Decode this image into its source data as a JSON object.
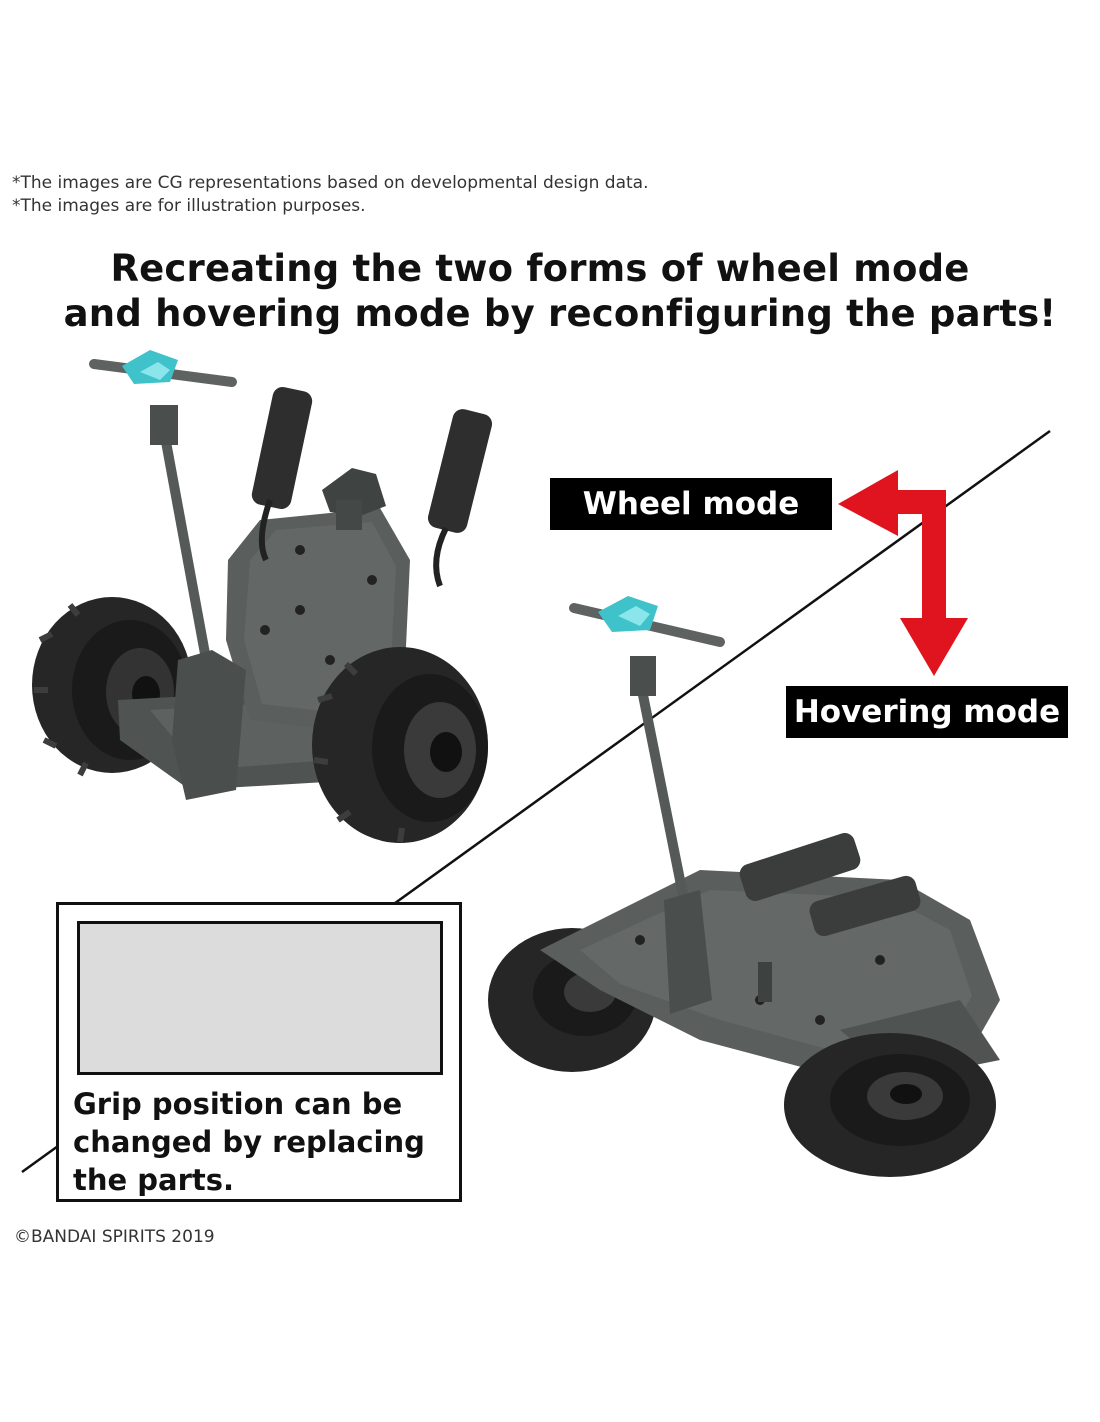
{
  "disclaimers": [
    "*The images are CG representations based on developmental design data.",
    "*The images are for illustration purposes."
  ],
  "headline": {
    "line1": "Recreating the two forms of wheel mode",
    "line2": "and hovering mode by reconfiguring the parts!"
  },
  "labels": {
    "wheel_mode": "Wheel mode",
    "hovering_mode": "Hovering mode"
  },
  "grip_box": {
    "caption_lines": [
      "Grip position can be",
      "changed by replacing",
      "the parts."
    ]
  },
  "copyright": "©BANDAI SPIRITS 2019",
  "colors": {
    "arrow": "#e0141e",
    "body_gray": "#5a5e5c",
    "tire": "#2b2b2b",
    "handle_accent": "#3fc2c9",
    "label_bg": "#000000",
    "label_text": "#ffffff"
  },
  "icons": {
    "mode_switch_arrow": "double-arrow-red"
  }
}
